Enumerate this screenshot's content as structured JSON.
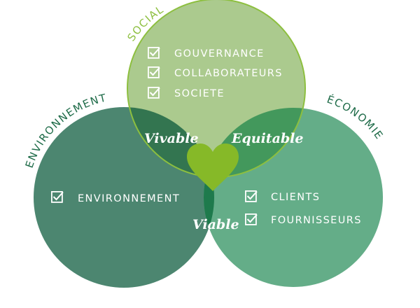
{
  "colors": {
    "social": "#abca8e",
    "social_stroke": "#8dbf3f",
    "environnement": "#4c8670",
    "economie": "#64ad88",
    "vivable": "#337550",
    "equitable": "#43985c",
    "viable": "#1e7a4c",
    "heart": "#86b928",
    "social_label": "#8dbf3f",
    "side_label": "#1e6b48"
  },
  "circles": {
    "social": {
      "label": "SOCIAL",
      "items": [
        "GOUVERNANCE",
        "COLLABORATEURS",
        "SOCIETE"
      ]
    },
    "environnement": {
      "label": "ENVIRONNEMENT",
      "items": [
        "ENVIRONNEMENT"
      ]
    },
    "economie": {
      "label": "ÉCONOMIE",
      "items": [
        "CLIENTS",
        "FOURNISSEURS"
      ]
    }
  },
  "intersections": {
    "vivable": "Vivable",
    "equitable": "Equitable",
    "viable": "Viable"
  },
  "center_icon": "heart-icon",
  "item_icon": "checkbox-checked-icon"
}
